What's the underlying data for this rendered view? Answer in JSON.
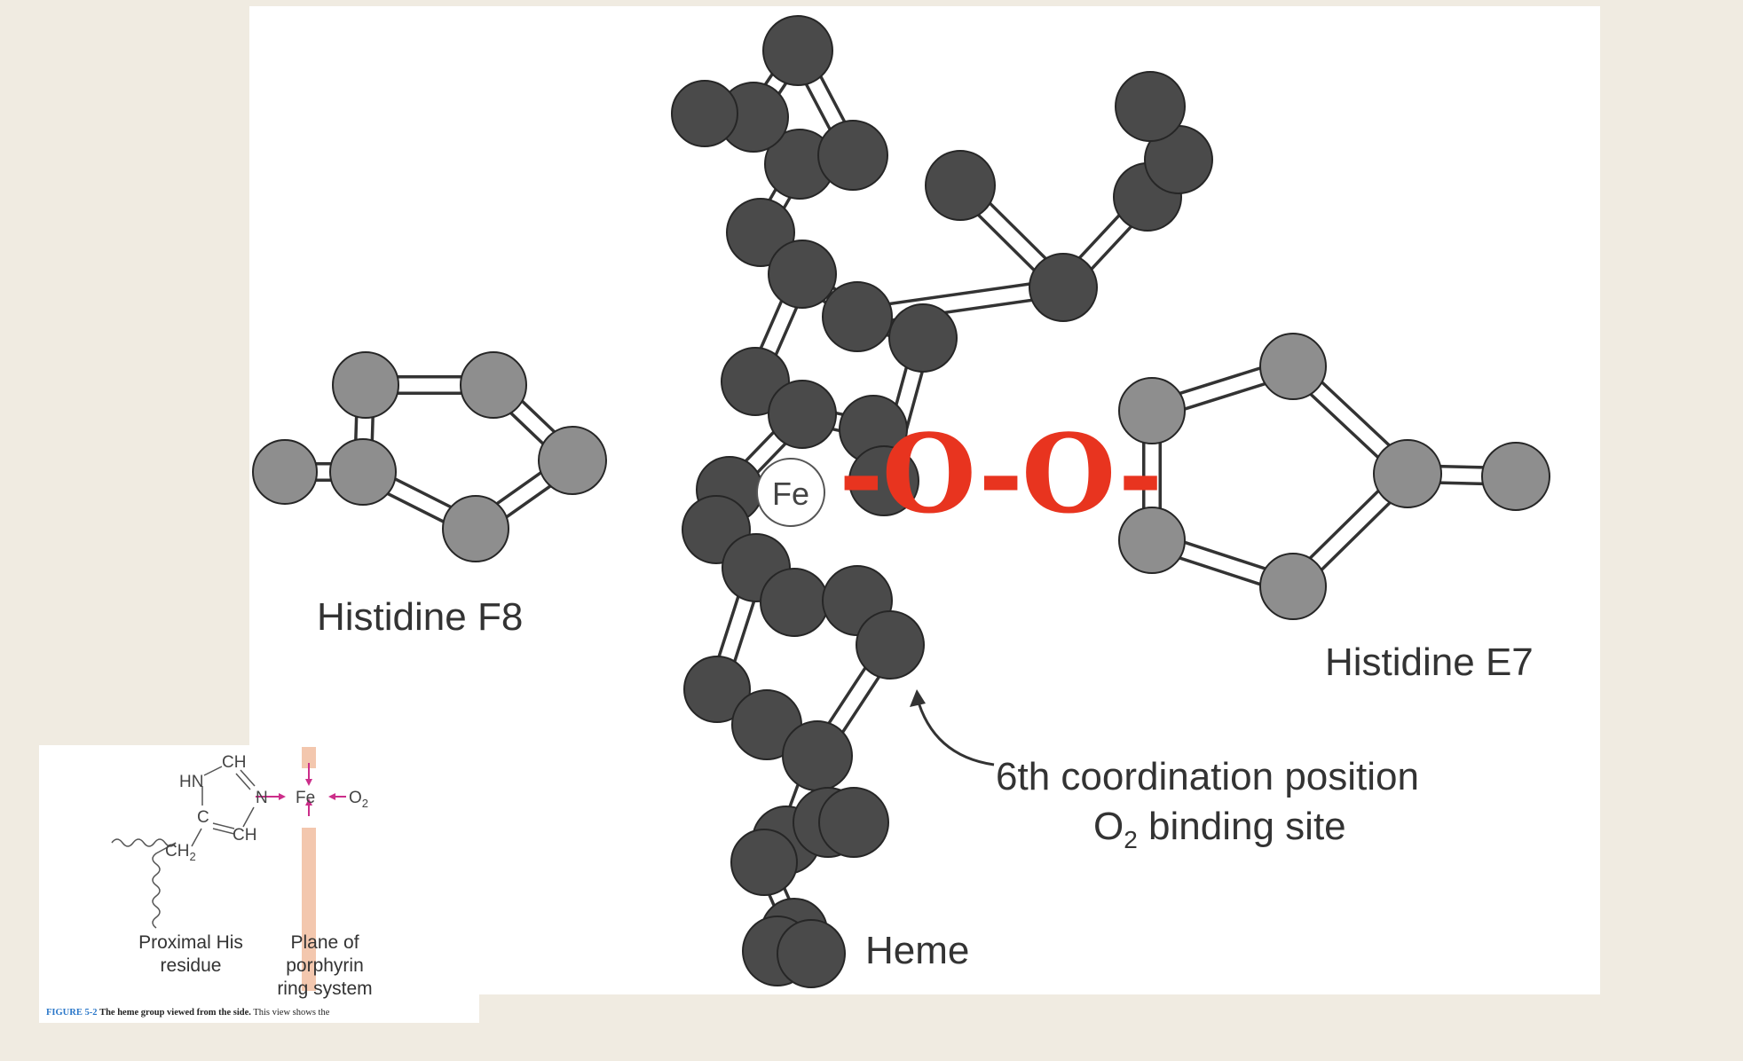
{
  "colors": {
    "background": "#f0ebe1",
    "figure_background": "#ffffff",
    "dark_atom": "#4a4a4a",
    "light_atom": "#8e8e8e",
    "iron_atom": "#ffffff",
    "overlay_red": "#e8341f",
    "inset_bar": "#f3c7ae",
    "inset_arrow": "#cc2e8a",
    "caption_blue": "#2a77c9"
  },
  "figure": {
    "iron_symbol": "Fe",
    "labels": {
      "histidine_f8": "Histidine F8",
      "histidine_e7": "Histidine E7",
      "coordination_line1": "6th coordination position",
      "coordination_line2_prefix": "O",
      "coordination_line2_sub": "2",
      "coordination_line2_suffix": " binding site",
      "heme": "Heme"
    },
    "o2_overlay": "-O-O-"
  },
  "inset": {
    "chem": {
      "hn": "HN",
      "ch_top": "CH",
      "n": "N",
      "fe": "Fe",
      "o": "O",
      "o_sub": "2",
      "c": "C",
      "ch_bottom": "CH",
      "ch2": "CH",
      "ch2_sub": "2"
    },
    "labels": {
      "proximal": [
        "Proximal His",
        "residue"
      ],
      "plane": [
        "Plane of",
        "porphyrin",
        "ring system"
      ]
    },
    "caption": {
      "number": "FIGURE 5-2",
      "title": "The heme group viewed from the side.",
      "text": "This view shows the"
    }
  }
}
